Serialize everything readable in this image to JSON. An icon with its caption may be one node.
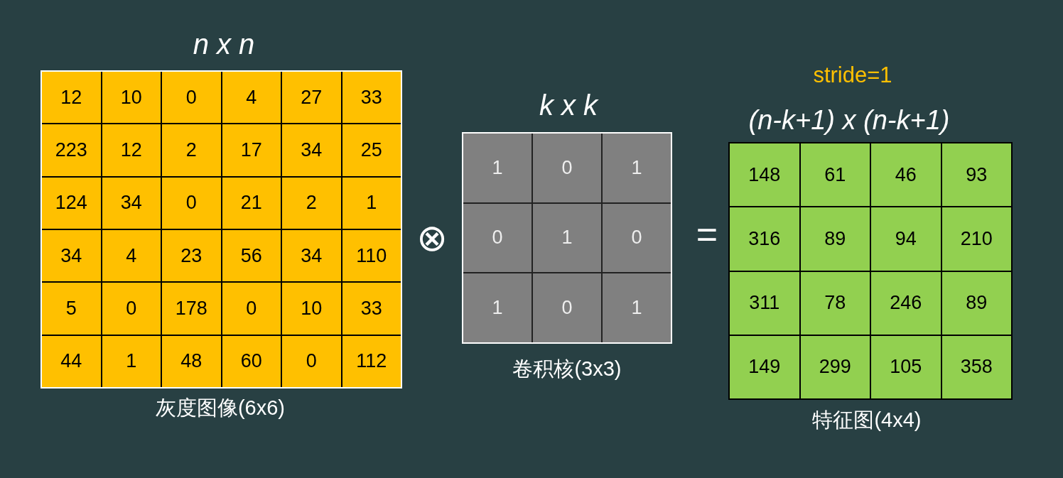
{
  "diagram": {
    "labels": [
      "n x n",
      "12",
      "10",
      "0",
      "4",
      "27",
      "33",
      "223",
      "12",
      "2",
      "17",
      "34",
      "25",
      "124",
      "34",
      "0",
      "21",
      "2",
      "1",
      "34",
      "4",
      "23",
      "56",
      "34",
      "110",
      "5",
      "0",
      "178",
      "0",
      "10",
      "33",
      "44",
      "1",
      "48",
      "60",
      "0",
      "112",
      "灰度图像(6x6)",
      "⊗",
      "k x k",
      "1",
      "0",
      "1",
      "0",
      "1",
      "0",
      "1",
      "0",
      "1",
      "卷积核(3x3)",
      "=",
      "stride=1",
      "(n-k+1) x (n-k+1)",
      "148",
      "61",
      "46",
      "93",
      "316",
      "89",
      "94",
      "210",
      "311",
      "78",
      "246",
      "89",
      "149",
      "299",
      "105",
      "358",
      "特征图(4x4)"
    ]
  }
}
